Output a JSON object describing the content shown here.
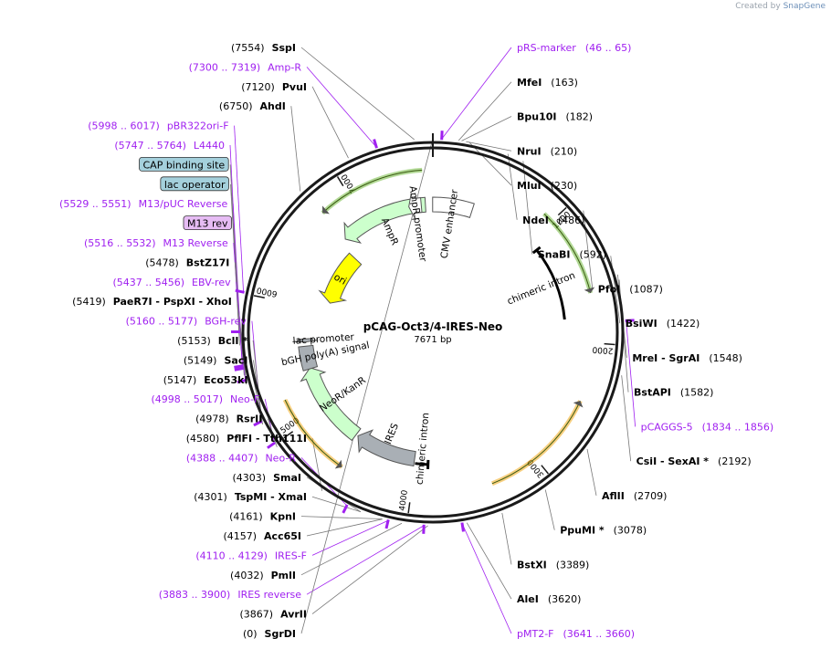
{
  "credit": {
    "prefix": "Created by",
    "brand": "SnapGene"
  },
  "plasmid": {
    "name": "pCAG-Oct3/4-IRES-Neo",
    "length": 7671,
    "length_label": "7671 bp"
  },
  "colors": {
    "backbone": "#1a1a1a",
    "primer": "#a020f0",
    "enzyme_label": "#000000",
    "promoter_fill": "#ffffff",
    "marker_fill": "#ccffcc",
    "ori_fill": "#ffff00",
    "misc_fill": "#a9afb5",
    "orange": "#f0a000",
    "green": "#66b32e",
    "feature_box_blue": "#a4d0dc",
    "feature_box_purple": "#e6bcf4"
  },
  "ticks": [
    {
      "pos": 1000,
      "label": "1000"
    },
    {
      "pos": 2000,
      "label": "2000"
    },
    {
      "pos": 3000,
      "label": "3000"
    },
    {
      "pos": 4000,
      "label": "4000"
    },
    {
      "pos": 5000,
      "label": "5000"
    },
    {
      "pos": 6000,
      "label": "6000"
    },
    {
      "pos": 7000,
      "label": "7000"
    }
  ],
  "features": [
    {
      "label": "CMV enhancer",
      "start": 7669,
      "end": 380,
      "dir": "none",
      "kind": "promoter"
    },
    {
      "label": "chimeric intron",
      "start": 1100,
      "end": 1800,
      "dir": "none",
      "kind": "intron"
    },
    {
      "label": "chimeric intron",
      "start": 3880,
      "end": 4000,
      "dir": "none",
      "kind": "intron"
    },
    {
      "label": "IRES",
      "start": 4010,
      "end": 4600,
      "dir": "fwd",
      "kind": "misc"
    },
    {
      "label": "NeoR/KanR",
      "start": 4620,
      "end": 5410,
      "dir": "fwd",
      "kind": "marker"
    },
    {
      "label": "bGH poly(A) signal",
      "start": 5400,
      "end": 5620,
      "dir": "none",
      "kind": "misc"
    },
    {
      "label": "lac promoter",
      "start": 5660,
      "end": 5690,
      "dir": "rev",
      "kind": "small"
    },
    {
      "label": "ori",
      "start": 6090,
      "end": 6680,
      "dir": "rev",
      "kind": "ori"
    },
    {
      "label": "AmpR",
      "start": 6750,
      "end": 7600,
      "dir": "rev",
      "kind": "marker"
    },
    {
      "label": "AmpR promoter",
      "start": 7440,
      "end": 7560,
      "dir": "rev",
      "kind": "promoter"
    }
  ],
  "arrows": [
    {
      "start": 6760,
      "end": 7590,
      "dir": "rev",
      "color": "green"
    },
    {
      "start": 920,
      "end": 1620,
      "dir": "fwd",
      "color": "green"
    },
    {
      "start": 2450,
      "end": 3380,
      "dir": "rev",
      "color": "orange"
    },
    {
      "start": 4560,
      "end": 5230,
      "dir": "rev",
      "color": "orange"
    }
  ],
  "primer_marks": [
    56,
    1845,
    7310,
    6008,
    5756,
    5540,
    5524,
    5447,
    5168,
    5008,
    4398,
    4120,
    3892,
    3650
  ],
  "labels": [
    {
      "pos": 0,
      "text": "SgrDI",
      "num": "(0)",
      "side": "left",
      "kind": "enzyme"
    },
    {
      "pos": 7554,
      "text": "SspI",
      "num": "(7554)",
      "side": "left",
      "kind": "enzyme"
    },
    {
      "pos": 7310,
      "text": "Amp-R",
      "num": "(7300 .. 7319)",
      "side": "left",
      "kind": "primer"
    },
    {
      "pos": 7120,
      "text": "PvuI",
      "num": "(7120)",
      "side": "left",
      "kind": "enzyme"
    },
    {
      "pos": 6750,
      "text": "AhdI",
      "num": "(6750)",
      "side": "left",
      "kind": "enzyme"
    },
    {
      "pos": 6008,
      "text": "pBR322ori-F",
      "num": "(5998 .. 6017)",
      "side": "left",
      "kind": "primer"
    },
    {
      "pos": 5756,
      "text": "L4440",
      "num": "(5747 .. 5764)",
      "side": "left",
      "kind": "primer"
    },
    {
      "pos": 5700,
      "text": "CAP binding site",
      "num": "",
      "side": "left",
      "kind": "box_blue"
    },
    {
      "pos": 5540,
      "text": "M13/pUC Reverse",
      "num": "(5529 .. 5551)",
      "side": "left",
      "kind": "primer"
    },
    {
      "pos": 5670,
      "text": "lac operator",
      "num": "",
      "side": "left",
      "kind": "box_blue"
    },
    {
      "pos": 5524,
      "text": "M13 Reverse",
      "num": "(5516 .. 5532)",
      "side": "left",
      "kind": "primer"
    },
    {
      "pos": 5530,
      "text": "M13 rev",
      "num": "",
      "side": "left",
      "kind": "box_purple"
    },
    {
      "pos": 5478,
      "text": "BstZ17I",
      "num": "(5478)",
      "side": "left",
      "kind": "enzyme"
    },
    {
      "pos": 5447,
      "text": "EBV-rev",
      "num": "(5437 .. 5456)",
      "side": "left",
      "kind": "primer"
    },
    {
      "pos": 5419,
      "text": "PaeR7I - PspXI - XhoI",
      "num": "(5419)",
      "side": "left",
      "kind": "enzyme"
    },
    {
      "pos": 5168,
      "text": "BGH-rev",
      "num": "(5160 .. 5177)",
      "side": "left",
      "kind": "primer"
    },
    {
      "pos": 5153,
      "text": "BclI *",
      "num": "(5153)",
      "side": "left",
      "kind": "enzyme"
    },
    {
      "pos": 5149,
      "text": "SacI",
      "num": "(5149)",
      "side": "left",
      "kind": "enzyme"
    },
    {
      "pos": 5147,
      "text": "Eco53kI",
      "num": "(5147)",
      "side": "left",
      "kind": "enzyme"
    },
    {
      "pos": 5008,
      "text": "Neo-F",
      "num": "(4998 .. 5017)",
      "side": "left",
      "kind": "primer"
    },
    {
      "pos": 4978,
      "text": "RsrII",
      "num": "(4978)",
      "side": "left",
      "kind": "enzyme"
    },
    {
      "pos": 4580,
      "text": "PflFI - Tth111I",
      "num": "(4580)",
      "side": "left",
      "kind": "enzyme"
    },
    {
      "pos": 4398,
      "text": "Neo-R",
      "num": "(4388 .. 4407)",
      "side": "left",
      "kind": "primer"
    },
    {
      "pos": 4303,
      "text": "SmaI",
      "num": "(4303)",
      "side": "left",
      "kind": "enzyme"
    },
    {
      "pos": 4301,
      "text": "TspMI - XmaI",
      "num": "(4301)",
      "side": "left",
      "kind": "enzyme"
    },
    {
      "pos": 4161,
      "text": "KpnI",
      "num": "(4161)",
      "side": "left",
      "kind": "enzyme"
    },
    {
      "pos": 4157,
      "text": "Acc65I",
      "num": "(4157)",
      "side": "left",
      "kind": "enzyme"
    },
    {
      "pos": 4120,
      "text": "IRES-F",
      "num": "(4110 .. 4129)",
      "side": "left",
      "kind": "primer"
    },
    {
      "pos": 4032,
      "text": "PmlI",
      "num": "(4032)",
      "side": "left",
      "kind": "enzyme"
    },
    {
      "pos": 3892,
      "text": "IRES reverse",
      "num": "(3883 .. 3900)",
      "side": "left",
      "kind": "primer"
    },
    {
      "pos": 3867,
      "text": "AvrII",
      "num": "(3867)",
      "side": "left",
      "kind": "enzyme"
    },
    {
      "pos": 56,
      "text": "pRS-marker",
      "num": "(46 .. 65)",
      "side": "right",
      "kind": "primer"
    },
    {
      "pos": 163,
      "text": "MfeI",
      "num": "(163)",
      "side": "right",
      "kind": "enzyme"
    },
    {
      "pos": 182,
      "text": "Bpu10I",
      "num": "(182)",
      "side": "right",
      "kind": "enzyme"
    },
    {
      "pos": 210,
      "text": "NruI",
      "num": "(210)",
      "side": "right",
      "kind": "enzyme"
    },
    {
      "pos": 230,
      "text": "MluI",
      "num": "(230)",
      "side": "right",
      "kind": "enzyme"
    },
    {
      "pos": 486,
      "text": "NdeI",
      "num": "(486)",
      "side": "right",
      "kind": "enzyme"
    },
    {
      "pos": 592,
      "text": "SnaBI",
      "num": "(592)",
      "side": "right",
      "kind": "enzyme"
    },
    {
      "pos": 1087,
      "text": "PfoI",
      "num": "(1087)",
      "side": "right",
      "kind": "enzyme"
    },
    {
      "pos": 1422,
      "text": "BsiWI",
      "num": "(1422)",
      "side": "right",
      "kind": "enzyme"
    },
    {
      "pos": 1548,
      "text": "MreI - SgrAI",
      "num": "(1548)",
      "side": "right",
      "kind": "enzyme"
    },
    {
      "pos": 1582,
      "text": "BstAPI",
      "num": "(1582)",
      "side": "right",
      "kind": "enzyme"
    },
    {
      "pos": 1845,
      "text": "pCAGGS-5",
      "num": "(1834 .. 1856)",
      "side": "right",
      "kind": "primer"
    },
    {
      "pos": 2192,
      "text": "CsiI - SexAI *",
      "num": "(2192)",
      "side": "right",
      "kind": "enzyme"
    },
    {
      "pos": 2709,
      "text": "AflII",
      "num": "(2709)",
      "side": "right",
      "kind": "enzyme"
    },
    {
      "pos": 3078,
      "text": "PpuMI *",
      "num": "(3078)",
      "side": "right",
      "kind": "enzyme"
    },
    {
      "pos": 3389,
      "text": "BstXI",
      "num": "(3389)",
      "side": "right",
      "kind": "enzyme"
    },
    {
      "pos": 3620,
      "text": "AleI",
      "num": "(3620)",
      "side": "right",
      "kind": "enzyme"
    },
    {
      "pos": 3650,
      "text": "pMT2-F",
      "num": "(3641 .. 3660)",
      "side": "right",
      "kind": "primer"
    }
  ]
}
